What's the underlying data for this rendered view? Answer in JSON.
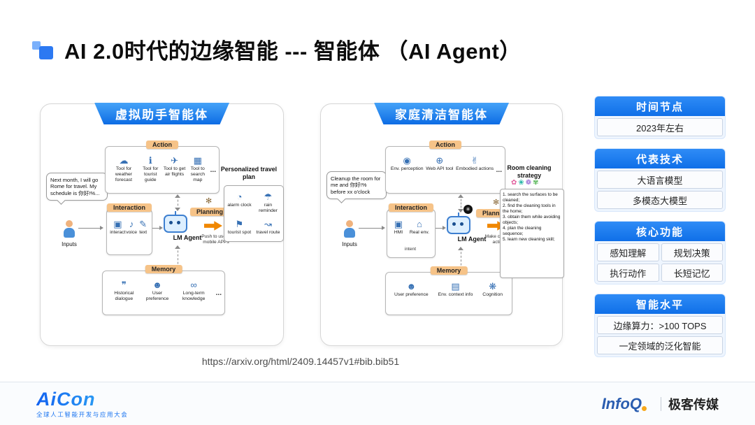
{
  "title": {
    "text": "AI 2.0时代的边缘智能 --- 智能体 （AI Agent）"
  },
  "source": {
    "url": "https://arxiv.org/html/2409.14457v1#bib.bib51"
  },
  "panel_left": {
    "banner": "虚拟助手智能体",
    "bubble": "Next month, I will go Rome for travel. My schedule is 你好!%...",
    "inputs_label": "Inputs",
    "interaction": {
      "header": "Interaction",
      "items": [
        {
          "icon": "▣",
          "label": "interact"
        },
        {
          "icon": "♪",
          "label": "voice"
        },
        {
          "icon": "✎",
          "label": "text"
        }
      ]
    },
    "action": {
      "header": "Action",
      "more": "...",
      "items": [
        {
          "icon": "☁",
          "label": "Tool for weather forecast"
        },
        {
          "icon": "ℹ",
          "label": "Tool for tourist guide"
        },
        {
          "icon": "✈",
          "label": "Tool to get air flights"
        },
        {
          "icon": "▦",
          "label": "Tool to search map"
        }
      ]
    },
    "agent_label": "LM Agent",
    "planning": {
      "icon": "✻",
      "label": "Planning"
    },
    "memory": {
      "header": "Memory",
      "more": "...",
      "items": [
        {
          "icon": "❞",
          "label": "Historical dialogue"
        },
        {
          "icon": "☻",
          "label": "User preference"
        },
        {
          "icon": "∞",
          "label": "Long-term knowledge"
        }
      ]
    },
    "push_caption": "Push to user's mobile APPs",
    "plan": {
      "title": "Personalized travel plan",
      "items": [
        {
          "icon": "◔",
          "label": "alarm clock"
        },
        {
          "icon": "☂",
          "label": "rain reminder"
        },
        {
          "icon": "⚑",
          "label": "tourist spot"
        },
        {
          "icon": "↝",
          "label": "travel route"
        }
      ]
    }
  },
  "panel_right": {
    "banner": "家庭清洁智能体",
    "bubble": "Cleanup the room for me and 你好!% before xx o'clock",
    "inputs_label": "Inputs",
    "interaction": {
      "header": "Interaction",
      "footnote": "intent",
      "items": [
        {
          "icon": "▣",
          "label": "HMI"
        },
        {
          "icon": "⌂",
          "label": "Real env."
        }
      ]
    },
    "action": {
      "header": "Action",
      "more": "...",
      "items": [
        {
          "icon": "◉",
          "label": "Env. perception"
        },
        {
          "icon": "⊕",
          "label": "Web API tool"
        },
        {
          "icon": "✌",
          "label": "Embodied actions"
        }
      ]
    },
    "agent_label": "LM Agent",
    "ai_mark": "✳",
    "planning": {
      "icon": "✻",
      "label": "Planning"
    },
    "memory": {
      "header": "Memory",
      "items": [
        {
          "icon": "☻",
          "label": "User preference"
        },
        {
          "icon": "▤",
          "label": "Env. context info"
        },
        {
          "icon": "❋",
          "label": "Cognition"
        }
      ]
    },
    "make_caption": "Make cleaning actions",
    "strategy": {
      "title": "Room cleaning strategy",
      "swirls": [
        {
          "glyph": "✿",
          "color": "#e2619f"
        },
        {
          "glyph": "❀",
          "color": "#27b5a7"
        },
        {
          "glyph": "❁",
          "color": "#8e5bd1"
        },
        {
          "glyph": "✾",
          "color": "#5cb85c"
        }
      ],
      "steps": [
        "1. search the surfaces to be cleaned;",
        "2. find the cleaning tools in the home;",
        "3. obtain them while avoiding objects;",
        "4. plan the cleaning sequence;",
        "5. learn new cleaning skill;"
      ]
    }
  },
  "sidebar": {
    "sections": [
      {
        "header": "时间节点",
        "rows": [
          [
            "2023年左右"
          ]
        ]
      },
      {
        "header": "代表技术",
        "rows": [
          [
            "大语言模型"
          ],
          [
            "多模态大模型"
          ]
        ]
      },
      {
        "header": "核心功能",
        "rows": [
          [
            "感知理解",
            "规划决策"
          ],
          [
            "执行动作",
            "长短记忆"
          ]
        ]
      },
      {
        "header": "智能水平",
        "rows": [
          [
            "边缘算力：>100 TOPS"
          ],
          [
            "一定领域的泛化智能"
          ]
        ]
      }
    ]
  },
  "footer": {
    "aicon": "AiCon",
    "aicon_sub": "全球人工智能开发与应用大会",
    "infoq": "InfoQ",
    "media": "极客传媒"
  }
}
